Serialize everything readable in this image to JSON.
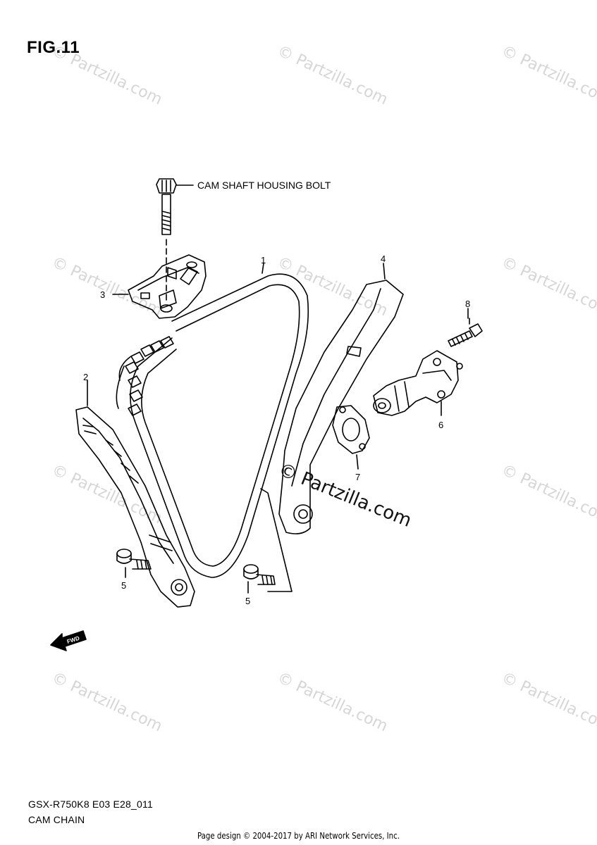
{
  "figure": {
    "title": "FIG.11",
    "model_code": "GSX-R750K8 E03 E28_011",
    "section_name": "CAM CHAIN"
  },
  "labels": {
    "cam_shaft_housing_bolt": "CAM SHAFT HOUSING BOLT",
    "fwd": "FWD"
  },
  "callouts": {
    "chain": "1",
    "guide_front": "2",
    "guide_rear_top": "3",
    "guide_tension": "4",
    "bolt_left": "5",
    "bolt_right": "5",
    "tensioner": "6",
    "gasket": "7",
    "tensioner_bolt": "8"
  },
  "watermark": {
    "text": "© Partzilla.com",
    "big_text": "© Partzilla.com"
  },
  "footer": "Page design © 2004-2017 by ARI Network Services, Inc."
}
